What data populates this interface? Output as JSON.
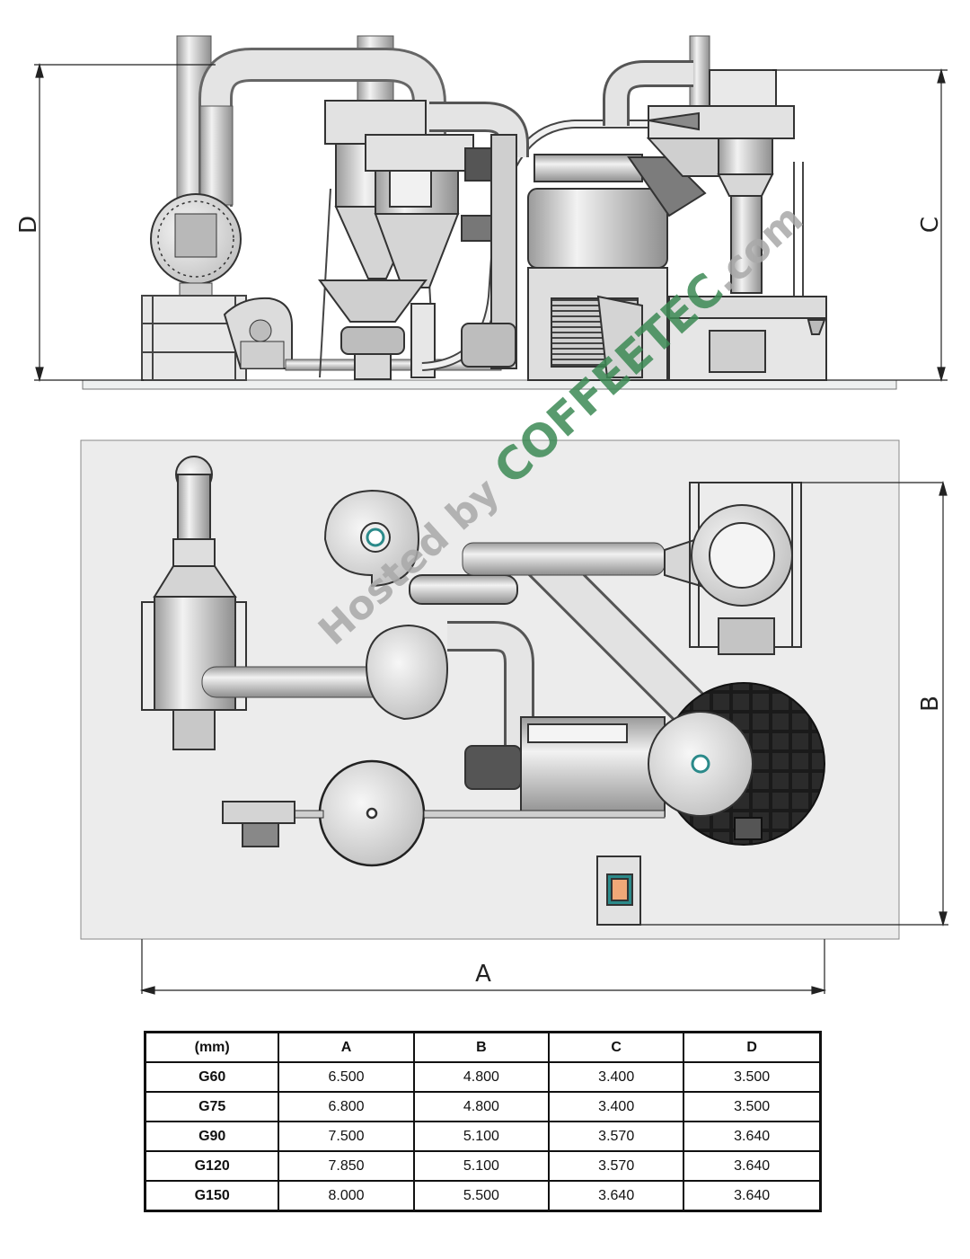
{
  "dimension_labels": {
    "a": "A",
    "b": "B",
    "c": "C",
    "d": "D"
  },
  "watermark": {
    "prefix": "Hosted by ",
    "brand": "COFFEETEC",
    "suffix": ".com",
    "brand_color": "#3d8a55",
    "text_color": "#a9a9a9"
  },
  "colors": {
    "machine_fill": "#d9d9d9",
    "machine_stroke": "#444444",
    "panel_fill": "#ececec",
    "accent_orange": "#f0a878",
    "accent_teal": "#2b8a8a"
  },
  "table": {
    "headers": [
      "(mm)",
      "A",
      "B",
      "C",
      "D"
    ],
    "rows": [
      {
        "model": "G60",
        "a": "6.500",
        "b": "4.800",
        "c": "3.400",
        "d": "3.500"
      },
      {
        "model": "G75",
        "a": "6.800",
        "b": "4.800",
        "c": "3.400",
        "d": "3.500"
      },
      {
        "model": "G90",
        "a": "7.500",
        "b": "5.100",
        "c": "3.570",
        "d": "3.640"
      },
      {
        "model": "G120",
        "a": "7.850",
        "b": "5.100",
        "c": "3.570",
        "d": "3.640"
      },
      {
        "model": "G150",
        "a": "8.000",
        "b": "5.500",
        "c": "3.640",
        "d": "3.640"
      }
    ]
  }
}
